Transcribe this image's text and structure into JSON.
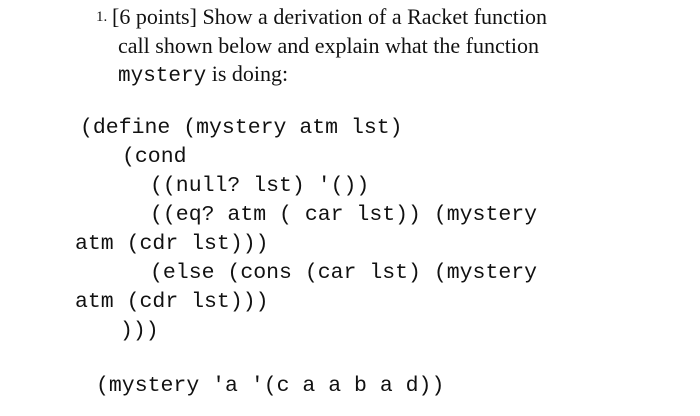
{
  "question": {
    "number": "1.",
    "line1": "[6 points] Show a derivation of a Racket function",
    "line2": "call shown below and explain what the function",
    "line3_code": "mystery",
    "line3_text": "is doing:"
  },
  "code": {
    "lines": [
      "(define (mystery atm lst)",
      "(cond",
      "((null? lst) '())",
      "((eq? atm ( car lst)) (mystery",
      "atm (cdr lst)))",
      "(else (cons (car lst) (mystery",
      "atm (cdr lst)))",
      ")))"
    ]
  },
  "call": "(mystery 'a '(c a a b a d))"
}
